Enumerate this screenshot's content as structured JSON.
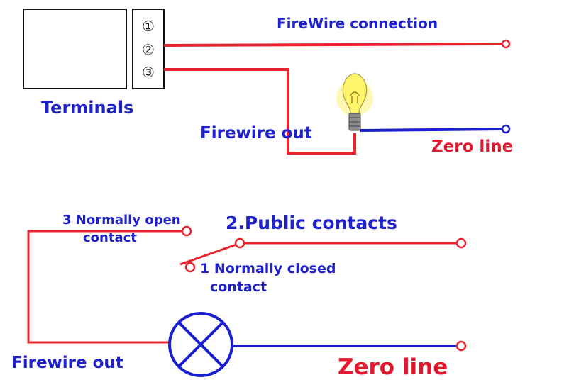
{
  "top": {
    "terminal_numbers": [
      "①",
      "②",
      "③"
    ],
    "terminals_label": "Terminals",
    "firewire_connection_label": "FireWire connection",
    "firewire_out_label": "Firewire out",
    "zero_line_label": "Zero line"
  },
  "bottom": {
    "normally_open_line1": "3 Normally open",
    "normally_open_line2": "contact",
    "public_contacts_label": "2.Public contacts",
    "normally_closed_line1": "1 Normally closed",
    "normally_closed_line2": "contact",
    "firewire_out_label": "Firewire out",
    "zero_line_label": "Zero line"
  },
  "colors": {
    "live_wire": "#e8232d",
    "neutral_wire": "#1a1fd0",
    "label_blue": "#1f22c8",
    "label_red": "#e01a2e",
    "outline": "#111111"
  }
}
